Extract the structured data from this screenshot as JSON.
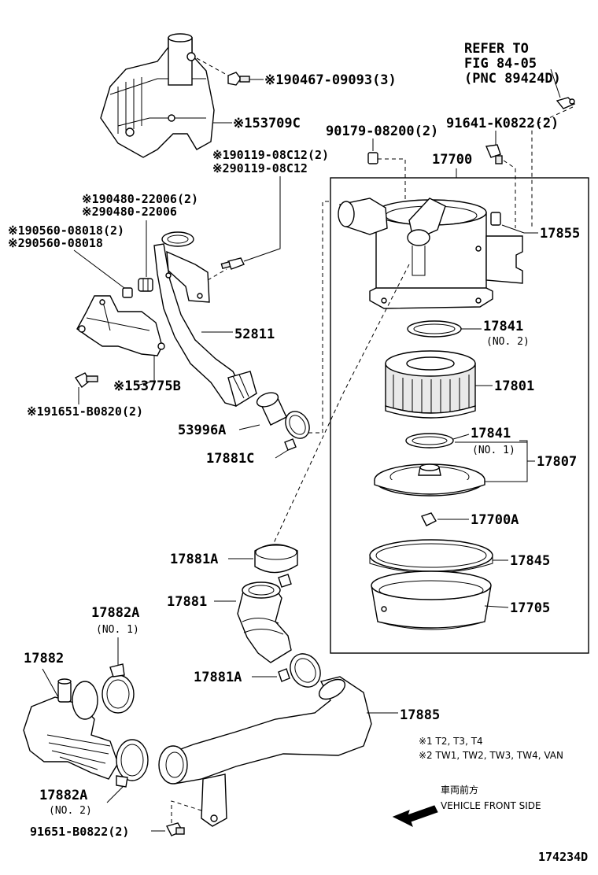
{
  "refer": {
    "line1": "REFER TO",
    "line2": "FIG 84-05",
    "line3": "(PNC 89424D)"
  },
  "labels": {
    "p190467": "※190467-09093(3)",
    "p153709c": "※153709C",
    "p90179": "90179-08200(2)",
    "p91641": "91641-K0822(2)",
    "p17700": "17700",
    "p190119": "※190119-08C12(2)",
    "p290119": "※290119-08C12",
    "p190480": "※190480-22006(2)",
    "p290480": "※290480-22006",
    "p190560": "※190560-08018(2)",
    "p290560": "※290560-08018",
    "p17855": "17855",
    "p52811": "52811",
    "p17841_2": "17841",
    "p17841_2_sub": "(NO. 2)",
    "p153775b": "※153775B",
    "p17801": "17801",
    "p191651": "※191651-B0820(2)",
    "p53996a": "53996A",
    "p17841_1": "17841",
    "p17841_1_sub": "(NO. 1)",
    "p17881c": "17881C",
    "p17807": "17807",
    "p17700a": "17700A",
    "p17881a_top": "17881A",
    "p17845": "17845",
    "p17881": "17881",
    "p17705": "17705",
    "p17882a_top": "17882A",
    "p17882a_top_sub": "(NO. 1)",
    "p17882": "17882",
    "p17881a_mid": "17881A",
    "p17885": "17885",
    "p17882a_bot": "17882A",
    "p17882a_bot_sub": "(NO. 2)",
    "p91651": "91651-B0822(2)"
  },
  "notes": {
    "note1": "※1 T2, T3, T4",
    "note2": "※2 TW1, TW2, TW3, TW4, VAN"
  },
  "direction": {
    "japanese": "車両前方",
    "english": "VEHICLE FRONT SIDE"
  },
  "figure_id": "174234D"
}
